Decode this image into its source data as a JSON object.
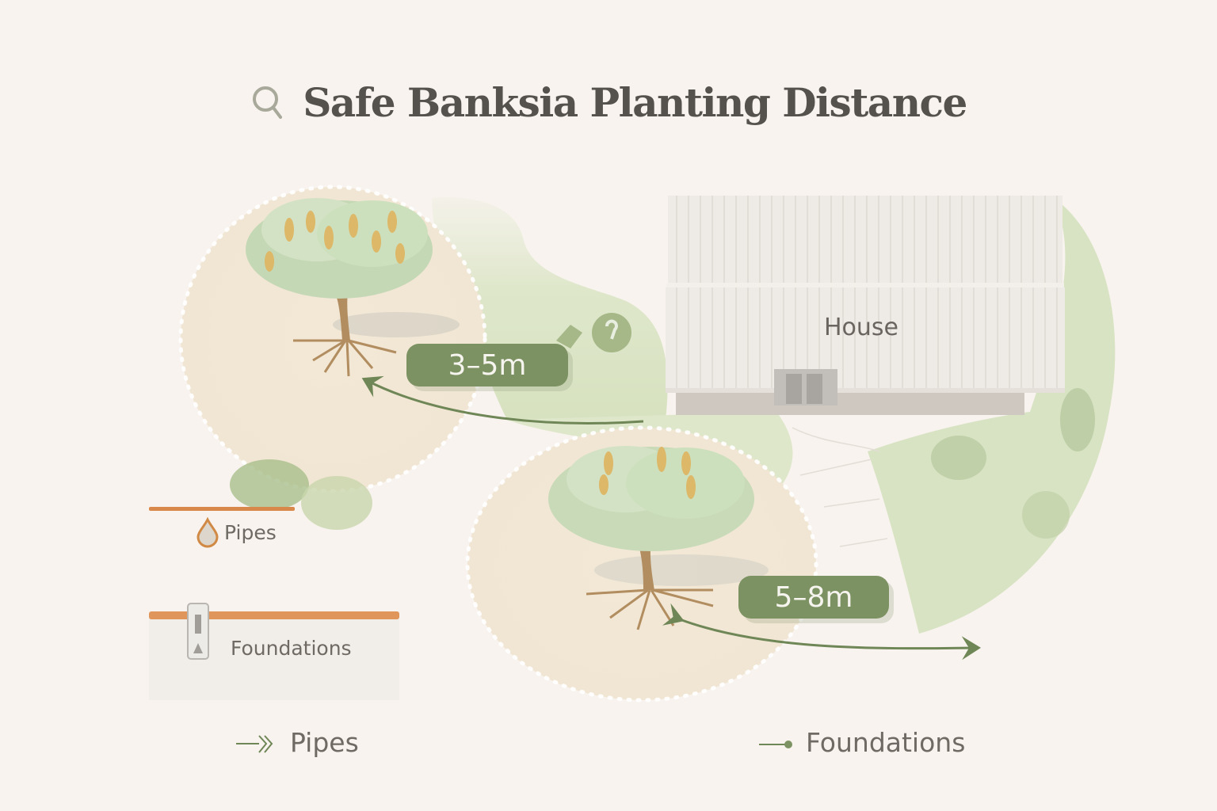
{
  "title": {
    "icon": "search-icon",
    "text": "Safe Banksia Planting Distance"
  },
  "scene": {
    "house_label": "House",
    "trees": [
      {
        "name": "banksia-tree-near",
        "distance_label": "3–5m"
      },
      {
        "name": "banksia-tree-far",
        "distance_label": "5–8m"
      }
    ]
  },
  "legend": {
    "items": [
      {
        "icon": "water-drop-icon",
        "label": "Pipes",
        "color": "#d08a45"
      },
      {
        "icon": "foundation-marker-icon",
        "label": "Foundations",
        "color": "#e0955a"
      }
    ]
  },
  "footer": {
    "items": [
      {
        "icon": "double-chevron-arrow-icon",
        "label": "Pipes"
      },
      {
        "icon": "line-dot-icon",
        "label": "Foundations"
      }
    ]
  },
  "colors": {
    "background": "#f8f3ee",
    "badge_green": "#7c9262",
    "arrow_green": "#6f8656",
    "lawn_green": "#dde6c8",
    "pipe_orange": "#d8884a",
    "title_text": "#55524d"
  }
}
